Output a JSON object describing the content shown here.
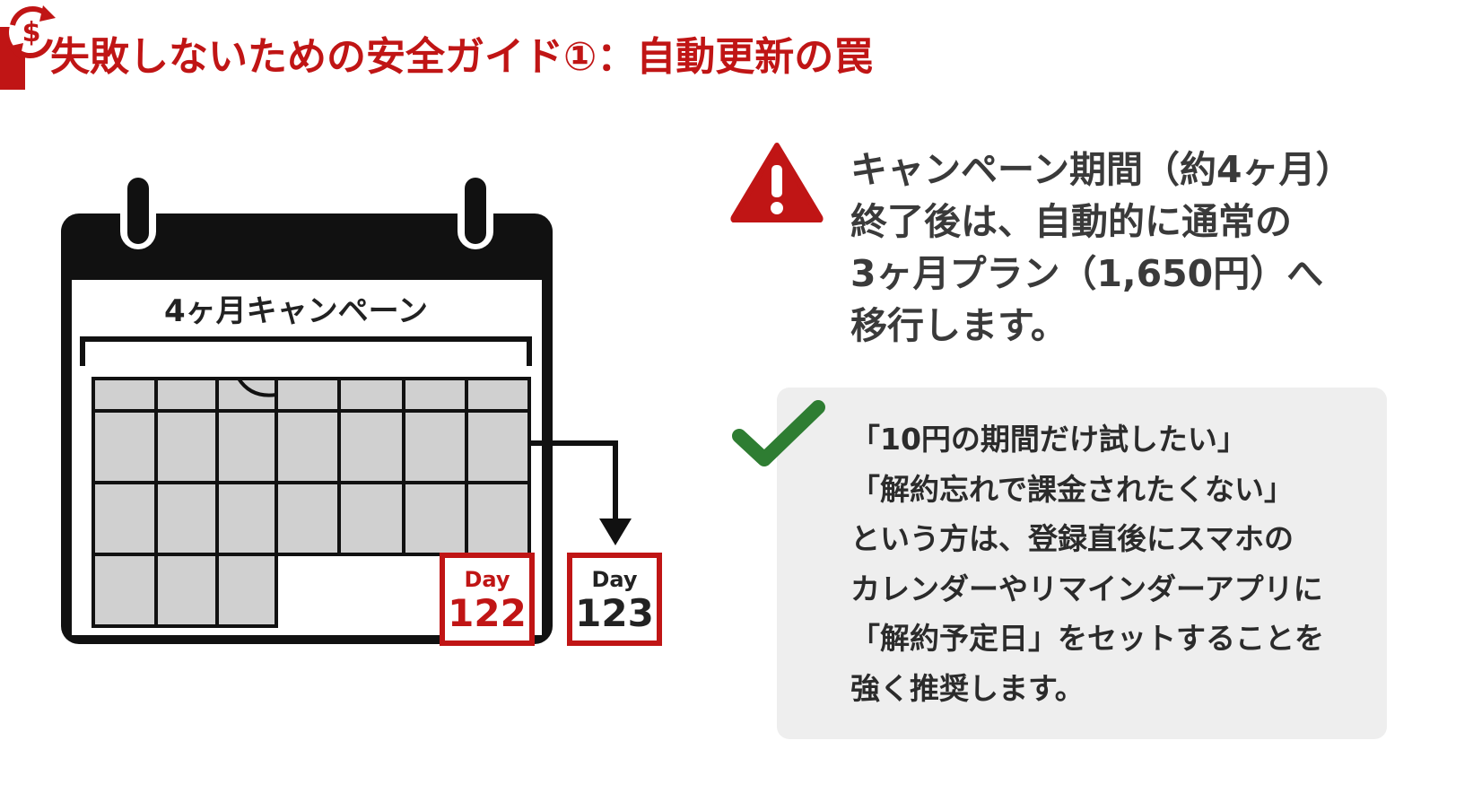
{
  "title": "失敗しないための安全ガイド①：自動更新の罠",
  "calendar": {
    "label": "4ヶ月キャンペーン",
    "day_word": "Day",
    "last_campaign_day": "122",
    "renewal_day": "123",
    "renewal_symbol": "$"
  },
  "warning": {
    "icon": "warning-triangle-icon",
    "lines": [
      "キャンペーン期間（約4ヶ月）",
      "終了後は、自動的に通常の",
      "3ヶ月プラン（1,650円）へ",
      "移行します。"
    ]
  },
  "tip": {
    "icon": "checkmark-icon",
    "lines": [
      "「10円の期間だけ試したい」",
      "「解約忘れで課金されたくない」",
      "という方は、登録直後にスマホの",
      "カレンダーやリマインダーアプリに",
      "「解約予定日」をセットすることを",
      "強く推奨します。"
    ]
  },
  "colors": {
    "accent_red": "#c01515",
    "check_green": "#2e7d32",
    "calendar_black": "#111111",
    "grid_gray": "#d0d0d0",
    "panel_gray": "#eeeeee"
  }
}
